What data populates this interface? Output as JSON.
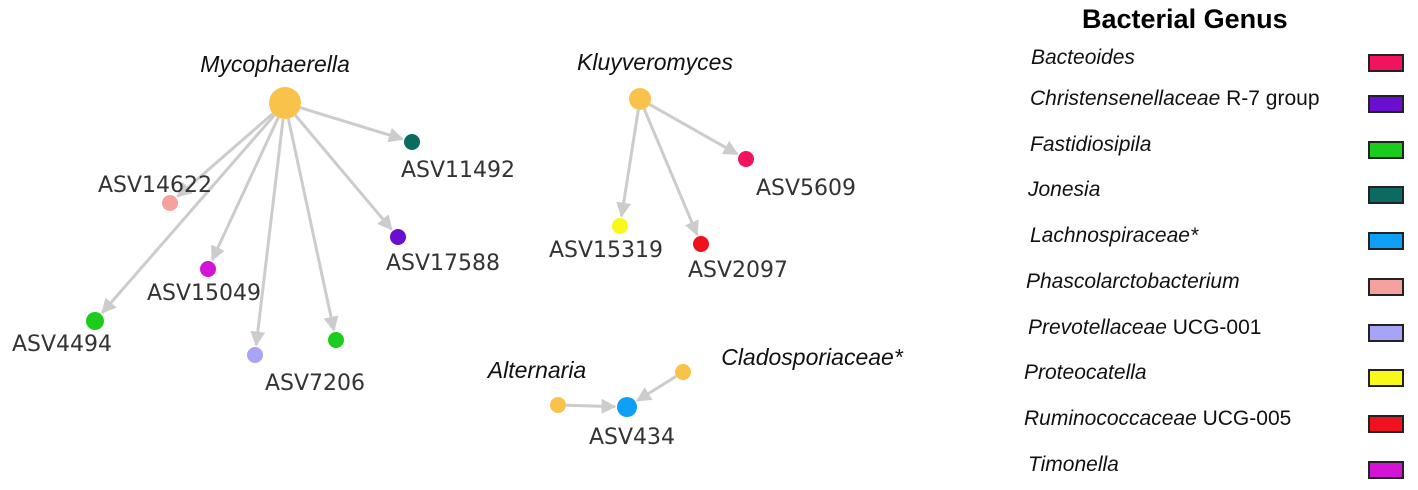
{
  "fungi": [
    {
      "id": "myco",
      "label": "Mycophaerella"
    },
    {
      "id": "kluy",
      "label": "Kluyveromyces"
    },
    {
      "id": "alt",
      "label": "Alternaria"
    },
    {
      "id": "clado",
      "label": "Cladosporiaceae*"
    }
  ],
  "asvs": [
    {
      "id": "asv11492",
      "label": "ASV11492",
      "color": "#0b6b62"
    },
    {
      "id": "asv14622",
      "label": "ASV14622",
      "color": "#f7a0a0"
    },
    {
      "id": "asv17588",
      "label": "ASV17588",
      "color": "#6a0fcf"
    },
    {
      "id": "asv15049",
      "label": "ASV15049",
      "color": "#d414d4"
    },
    {
      "id": "asv4494",
      "label": "ASV4494",
      "color": "#1ccc1c"
    },
    {
      "id": "asv7206",
      "label": "ASV7206",
      "color": "#a8a4f5"
    },
    {
      "id": "asv_unl",
      "label": "",
      "color": "#1ccc1c"
    },
    {
      "id": "asv5609",
      "label": "ASV5609",
      "color": "#f2135f"
    },
    {
      "id": "asv15319",
      "label": "ASV15319",
      "color": "#f8f81a"
    },
    {
      "id": "asv2097",
      "label": "ASV2097",
      "color": "#f0111e"
    },
    {
      "id": "asv434",
      "label": "ASV434",
      "color": "#0ea0f7"
    }
  ],
  "fungus_color": "#f9c24b",
  "edge_color": "#cccccc",
  "legend": {
    "title": "Bacterial Genus",
    "items": [
      {
        "italic": "Bacteoides",
        "rest": "",
        "color": "#f2135f"
      },
      {
        "italic": "Christensenellaceae",
        "rest": " R-7 group",
        "color": "#6a0fcf"
      },
      {
        "italic": "Fastidiosipila",
        "rest": "",
        "color": "#1ccc1c"
      },
      {
        "italic": "Jonesia",
        "rest": "",
        "color": "#0b6b62"
      },
      {
        "italic": "Lachnospiraceae*",
        "rest": "",
        "color": "#0ea0f7"
      },
      {
        "italic": "Phascolarctobacterium",
        "rest": "",
        "color": "#f7a0a0"
      },
      {
        "italic": "Prevotellaceae",
        "rest": " UCG-001",
        "color": "#a8a4f5"
      },
      {
        "italic": "Proteocatella",
        "rest": "",
        "color": "#f8f81a"
      },
      {
        "italic": "Ruminococcaceae",
        "rest": " UCG-005",
        "color": "#f0111e"
      },
      {
        "italic": "Timonella",
        "rest": "",
        "color": "#d414d4"
      }
    ]
  }
}
